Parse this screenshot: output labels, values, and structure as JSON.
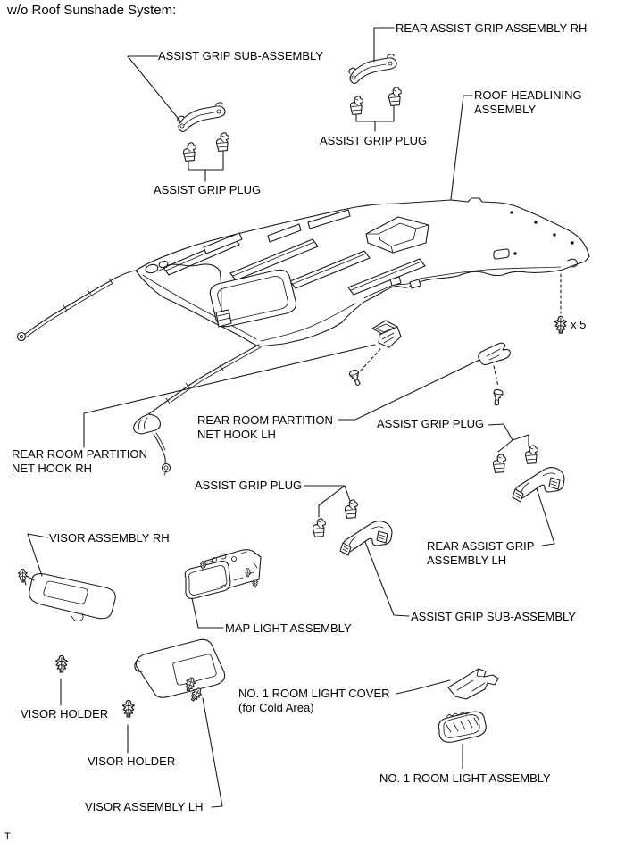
{
  "header": {
    "title": "w/o Roof Sunshade System:"
  },
  "footer": {
    "mark": "T"
  },
  "colors": {
    "line": "#1a1a1a",
    "leader_gray": "#8a8a8a",
    "background": "#ffffff"
  },
  "diagram": {
    "description": "Exploded parts diagram of roof headlining and attached parts",
    "labels": {
      "assist_grip_sub_front": {
        "text": "ASSIST GRIP SUB-ASSEMBLY"
      },
      "rear_assist_grip_rh": {
        "text": "REAR ASSIST GRIP ASSEMBLY RH"
      },
      "roof_headlining": {
        "text": "ROOF HEADLINING\nASSEMBLY"
      },
      "assist_grip_plug_front_rh": {
        "text": "ASSIST GRIP PLUG"
      },
      "assist_grip_plug_front_lh": {
        "text": "ASSIST GRIP PLUG"
      },
      "clip_quantity": {
        "text": "x 5"
      },
      "net_hook_lh": {
        "text": "REAR ROOM PARTITION\nNET HOOK LH"
      },
      "net_hook_rh": {
        "text": "REAR ROOM PARTITION\nNET HOOK RH"
      },
      "assist_grip_plug_rear_lh": {
        "text": "ASSIST GRIP PLUG"
      },
      "assist_grip_plug_rear_rh": {
        "text": "ASSIST GRIP PLUG"
      },
      "visor_assembly_rh": {
        "text": "VISOR ASSEMBLY RH"
      },
      "rear_assist_grip_lh": {
        "text": "REAR ASSIST GRIP\nASSEMBLY LH"
      },
      "assist_grip_sub_rear": {
        "text": "ASSIST GRIP SUB-ASSEMBLY"
      },
      "map_light": {
        "text": "MAP LIGHT ASSEMBLY"
      },
      "room_light_cover": {
        "text": "NO. 1 ROOM LIGHT COVER\n(for Cold Area)"
      },
      "visor_holder_rh": {
        "text": "VISOR HOLDER"
      },
      "visor_holder_lh": {
        "text": "VISOR HOLDER"
      },
      "room_light_assembly": {
        "text": "NO. 1 ROOM LIGHT ASSEMBLY"
      },
      "visor_assembly_lh": {
        "text": "VISOR ASSEMBLY LH"
      }
    }
  }
}
